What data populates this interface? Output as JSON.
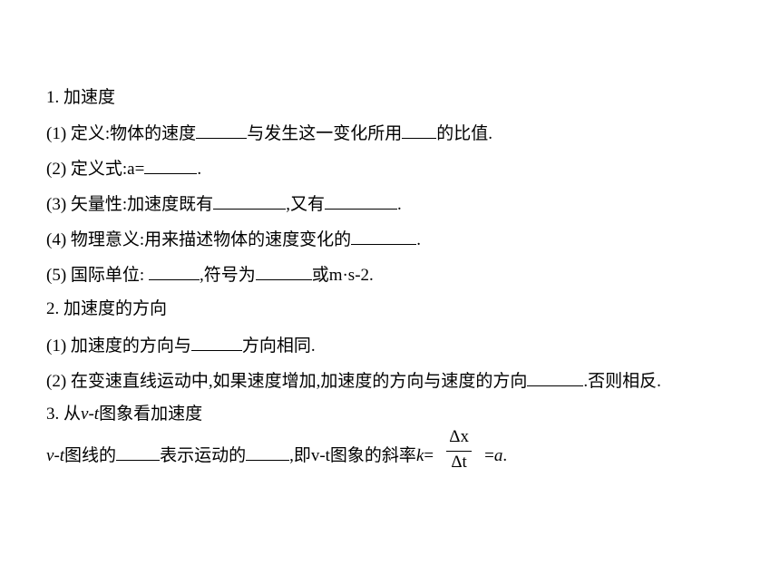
{
  "sections": {
    "s1_title": "1. 加速度",
    "s1_items": {
      "i1_a": "(1) 定义:物体的速度",
      "i1_b": "与发生这一变化所用",
      "i1_c": "的比值.",
      "i2_a": "(2) 定义式:a=",
      "i2_b": ".",
      "i3_a": "(3) 矢量性:加速度既有",
      "i3_b": ",又有",
      "i3_c": ".",
      "i4_a": "(4) 物理意义:用来描述物体的速度变化的",
      "i4_b": ".",
      "i5_a": "(5) 国际单位: ",
      "i5_b": ",符号为",
      "i5_c": "或m·s-2."
    },
    "s2_title": "2. 加速度的方向",
    "s2_items": {
      "i1_a": "(1) 加速度的方向与",
      "i1_b": "方向相同.",
      "i2_a": "(2) 在变速直线运动中,如果速度增加,加速度的方向与速度的方向",
      "i2_b": ".否则相反."
    },
    "s3_title_a": "3. 从",
    "s3_title_v": "v",
    "s3_title_dash": "-",
    "s3_title_t": "t",
    "s3_title_b": "图象看加速度",
    "s3_line": {
      "v": "v",
      "dash": "-",
      "t": "t",
      "a": "图线的",
      "b": "表示运动的",
      "c": ",即v-t图象的斜率",
      "k": "k",
      "eq": "=",
      "num": "Δx",
      "den": "Δt",
      "eq2": "=",
      "aval": "a",
      "end": "."
    }
  }
}
